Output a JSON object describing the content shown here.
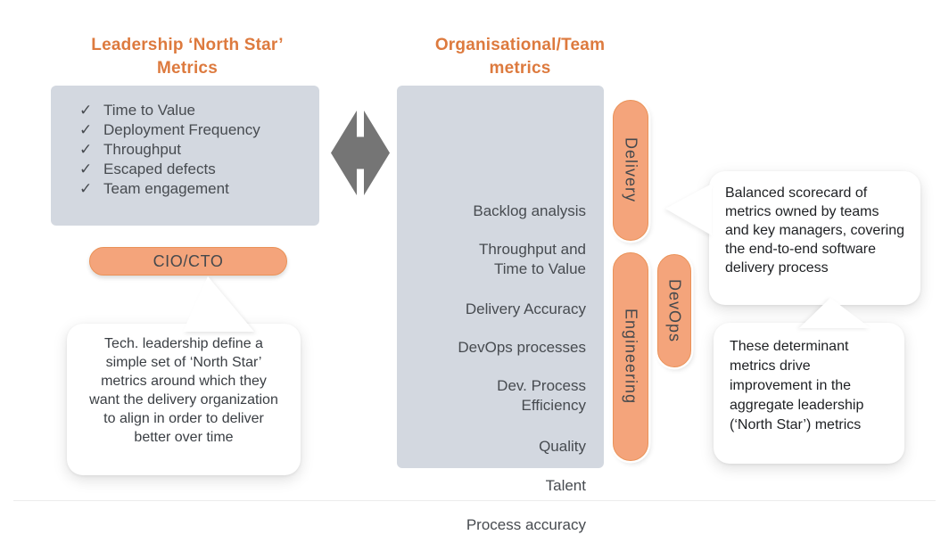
{
  "colors": {
    "accent_orange": "#DD7A3E",
    "pill_fill": "#F4A47B",
    "pill_border": "#EA9258",
    "panel_gray": "#D3D8E0",
    "panel_text": "#474B50",
    "arrow_gray": "#757575",
    "bubble_bg": "#FFFFFF"
  },
  "left": {
    "title": "Leadership ‘North Star’\nMetrics",
    "check_glyph": "✓",
    "metrics": [
      "Time to Value",
      "Deployment Frequency",
      "Throughput",
      "Escaped defects",
      "Team engagement"
    ],
    "role_label": "CIO/CTO",
    "note": "Tech. leadership define a simple set of ‘North Star’ metrics around which they want the delivery organization to align in order to deliver better over time"
  },
  "center": {
    "title": "Organisational/Team\nmetrics",
    "items": [
      "Backlog analysis",
      "Throughput and\nTime to Value",
      "Delivery Accuracy",
      "DevOps processes",
      "Dev. Process\nEfficiency",
      "Quality",
      "Talent",
      "Process accuracy"
    ]
  },
  "tags": [
    {
      "label": "Delivery"
    },
    {
      "label": "Engineering"
    },
    {
      "label": "DevOps"
    }
  ],
  "callouts": [
    {
      "text": "Balanced scorecard of metrics owned by teams and key managers, covering the end-to-end software delivery process"
    },
    {
      "text": "These determinant metrics drive improvement in the aggregate  leadership (‘North Star’) metrics"
    }
  ]
}
